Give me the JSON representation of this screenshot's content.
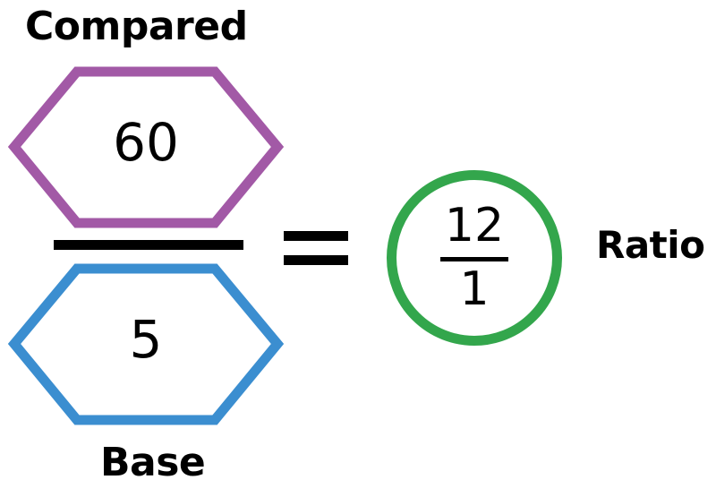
{
  "diagram": {
    "type": "ratio-illustration",
    "labels": {
      "compared": "Compared",
      "base": "Base",
      "ratio": "Ratio"
    },
    "fraction": {
      "numerator": "60",
      "denominator": "5"
    },
    "equals_sign": "=",
    "result": {
      "numerator": "12",
      "denominator": "1"
    },
    "colors": {
      "compared_hexagon": "#a259a6",
      "base_hexagon": "#3b8ed0",
      "result_circle": "#33a64c",
      "text": "#000000",
      "background": "#ffffff"
    }
  }
}
